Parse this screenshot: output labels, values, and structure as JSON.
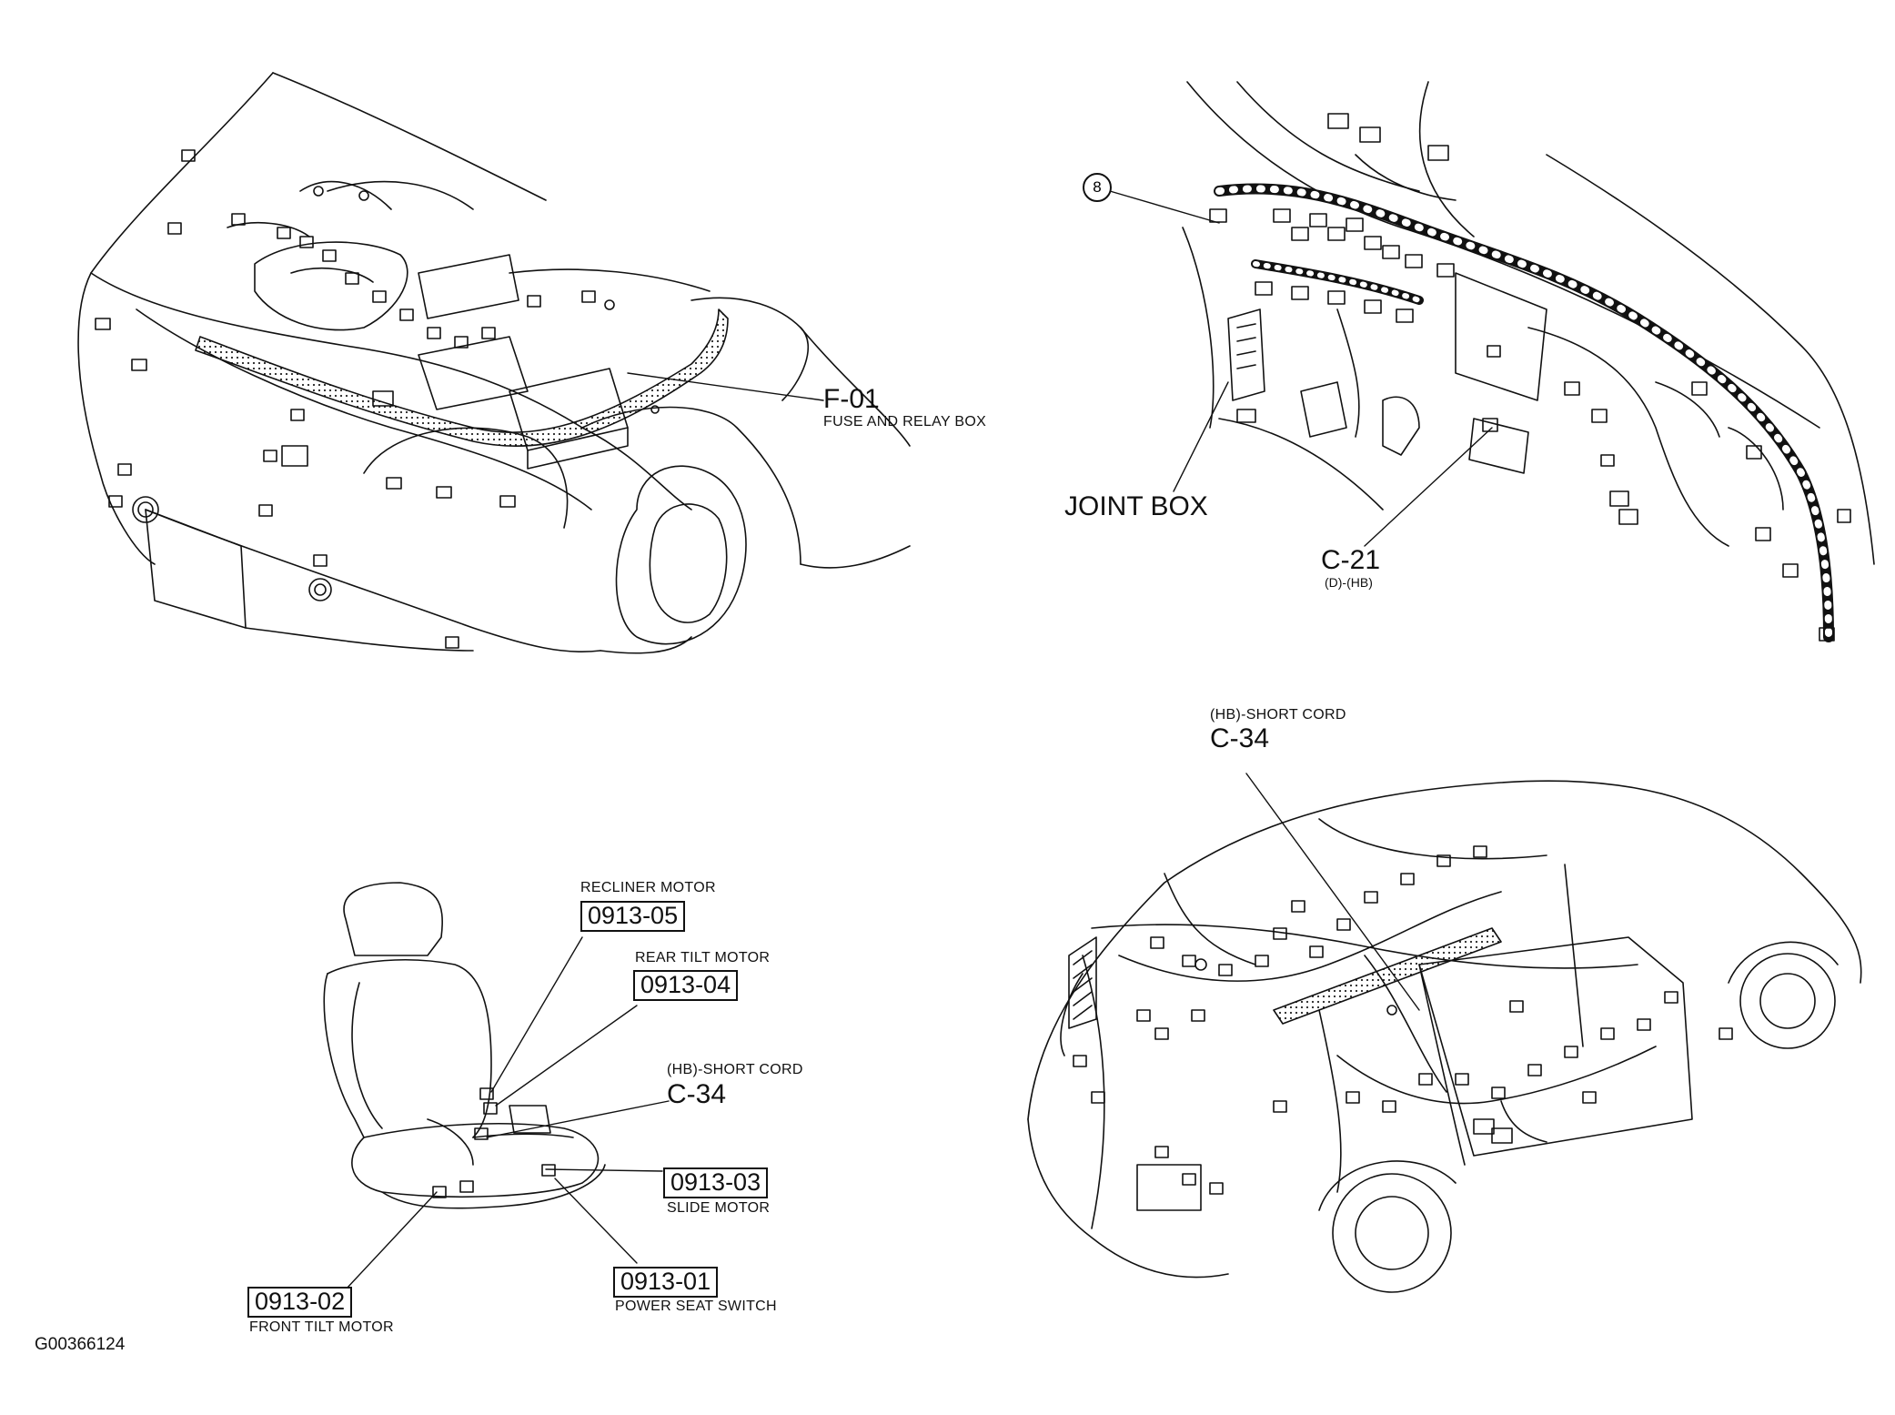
{
  "engine_view": {
    "f01_code": "F-01",
    "f01_name": "FUSE AND RELAY BOX"
  },
  "dash_view": {
    "circle_ref": "8",
    "joint_box": "JOINT BOX",
    "c21_code": "C-21",
    "c21_sub": "(D)-(HB)"
  },
  "body_view": {
    "c34_sub": "(HB)-SHORT CORD",
    "c34_code": "C-34"
  },
  "seat_view": {
    "recliner_label": "RECLINER MOTOR",
    "recliner_code": "0913-05",
    "rear_tilt_label": "REAR TILT MOTOR",
    "rear_tilt_code": "0913-04",
    "c34_sub": "(HB)-SHORT CORD",
    "c34_code": "C-34",
    "slide_code": "0913-03",
    "slide_label": "SLIDE MOTOR",
    "power_seat_code": "0913-01",
    "power_seat_label": "POWER SEAT SWITCH",
    "front_tilt_code": "0913-02",
    "front_tilt_label": "FRONT TILT MOTOR"
  },
  "figure_id": "G00366124"
}
